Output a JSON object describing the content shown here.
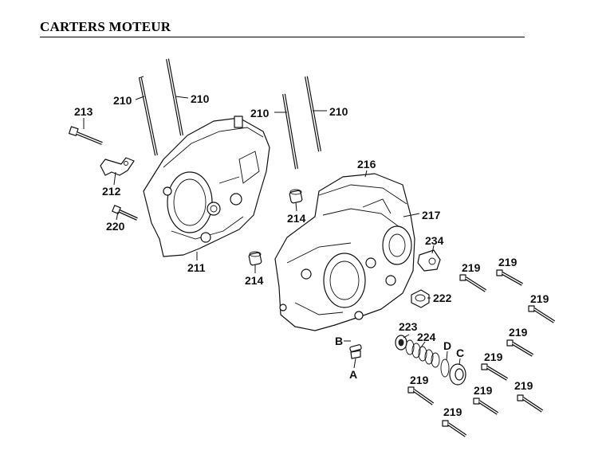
{
  "title": "CARTERS MOTEUR",
  "labels": {
    "l210a": "210",
    "l210b": "210",
    "l210c": "210",
    "l210d": "210",
    "l213": "213",
    "l212": "212",
    "l220": "220",
    "l211": "211",
    "l216": "216",
    "l217": "217",
    "l214a": "214",
    "l214b": "214",
    "l234": "234",
    "l222": "222",
    "l223": "223",
    "l224": "224",
    "lB": "B",
    "lA": "A",
    "lD": "D",
    "lC": "C",
    "l219a": "219",
    "l219b": "219",
    "l219c": "219",
    "l219d": "219",
    "l219e": "219",
    "l219f": "219",
    "l219g": "219",
    "l219h": "219",
    "l219i": "219"
  }
}
